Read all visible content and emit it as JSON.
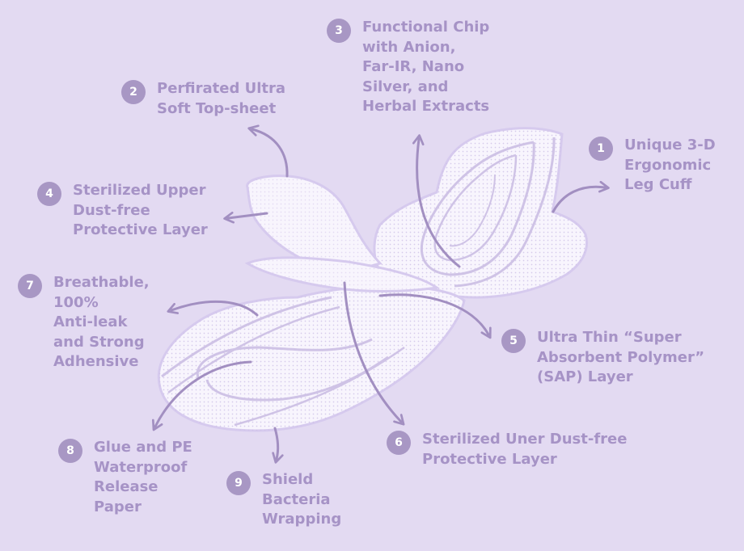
{
  "colors": {
    "background": "#e3daf2",
    "accent": "#a693c6",
    "badge": "#a897c4",
    "pad_fill": "#f8f5fd",
    "pad_outline": "#d6caee",
    "pad_lines": "#cfc3e6",
    "arrows": "#a28fc1"
  },
  "callouts": [
    {
      "number": "1",
      "text": "Unique 3-D\nErgonomic\nLeg Cuff"
    },
    {
      "number": "2",
      "text": "Perfirated Ultra\nSoft Top-sheet"
    },
    {
      "number": "3",
      "text": "Functional Chip\nwith Anion,\nFar-IR, Nano\nSilver, and\nHerbal Extracts"
    },
    {
      "number": "4",
      "text": "Sterilized Upper\nDust-free\nProtective Layer"
    },
    {
      "number": "5",
      "text": "Ultra Thin “Super\nAbsorbent Polymer”\n(SAP) Layer"
    },
    {
      "number": "6",
      "text": "Sterilized Uner Dust-free\nProtective Layer"
    },
    {
      "number": "7",
      "text": "Breathable,\n100%\nAnti-leak\nand Strong\nAdhensive"
    },
    {
      "number": "8",
      "text": "Glue and PE\nWaterproof\nRelease\nPaper"
    },
    {
      "number": "9",
      "text": "Shield\nBacteria\nWrapping"
    }
  ]
}
